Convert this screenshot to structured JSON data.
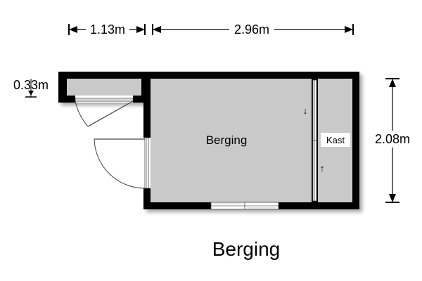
{
  "dimensions": {
    "top_left_width": "1.13m",
    "top_right_width": "2.96m",
    "left_height": "0.33m",
    "right_height": "2.08m"
  },
  "rooms": {
    "main": "Berging",
    "closet": "Kast"
  },
  "plan_title": "Berging",
  "closet_arrows": {
    "down": "↓",
    "up": "↑"
  }
}
